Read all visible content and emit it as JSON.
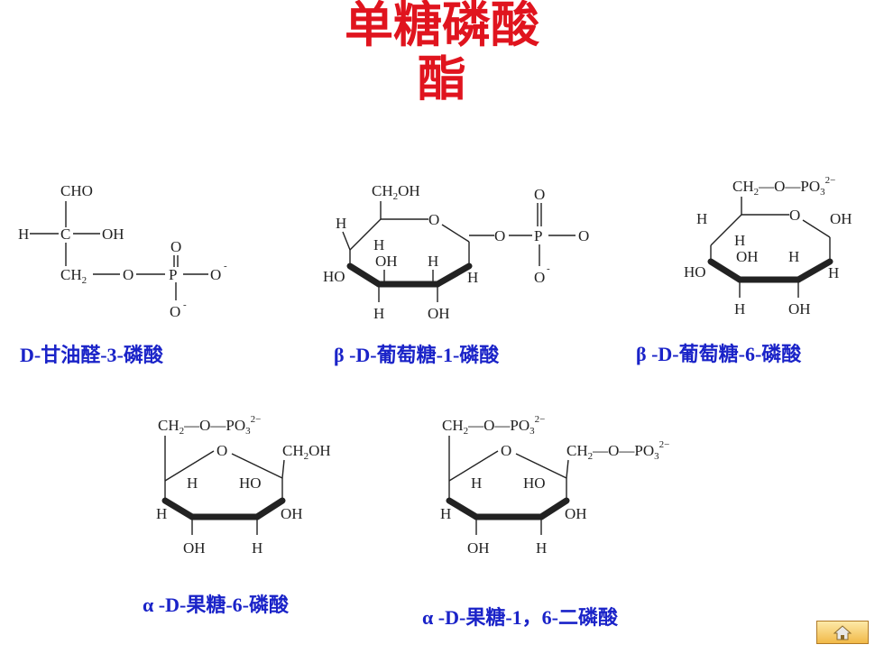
{
  "slide": {
    "title_line1": "单糖磷酸",
    "title_line2": "酯"
  },
  "captions": [
    "D-甘油醛-3-磷酸",
    "β -D-葡萄糖-1-磷酸",
    "β -D-葡萄糖-6-磷酸",
    "α -D-果糖-6-磷酸",
    "α -D-果糖-1，6-二磷酸"
  ],
  "structures": {
    "glyceraldehyde": {
      "cho": "CHO",
      "h": "H",
      "c": "C",
      "oh": "OH",
      "ch2": "CH",
      "sub2": "2",
      "o": "O",
      "p": "P",
      "minus": "-"
    },
    "glucose_1p": {
      "ch2oh": "CH",
      "sub2": "2",
      "oh_tail": "OH",
      "o": "O",
      "h": "H",
      "ho": "HO",
      "oh": "OH",
      "p": "P",
      "minus": "-"
    },
    "glucose_6p": {
      "ch2": "CH",
      "sub2": "2",
      "o": "O",
      "po3": "PO",
      "sub3": "3",
      "charge": "2−",
      "h": "H",
      "ho": "HO",
      "oh": "OH"
    },
    "fructose_6p": {
      "ch2": "CH",
      "sub2": "2",
      "o": "O",
      "po3": "PO",
      "sub3": "3",
      "charge": "2−",
      "ch2oh_tail": "OH",
      "h": "H",
      "ho": "HO",
      "oh": "OH"
    },
    "fructose_16bp": {
      "ch2": "CH",
      "sub2": "2",
      "o": "O",
      "po3": "PO",
      "sub3": "3",
      "charge": "2−",
      "h": "H",
      "ho": "HO",
      "oh": "OH"
    }
  },
  "nav": {
    "icon": "home-icon"
  }
}
